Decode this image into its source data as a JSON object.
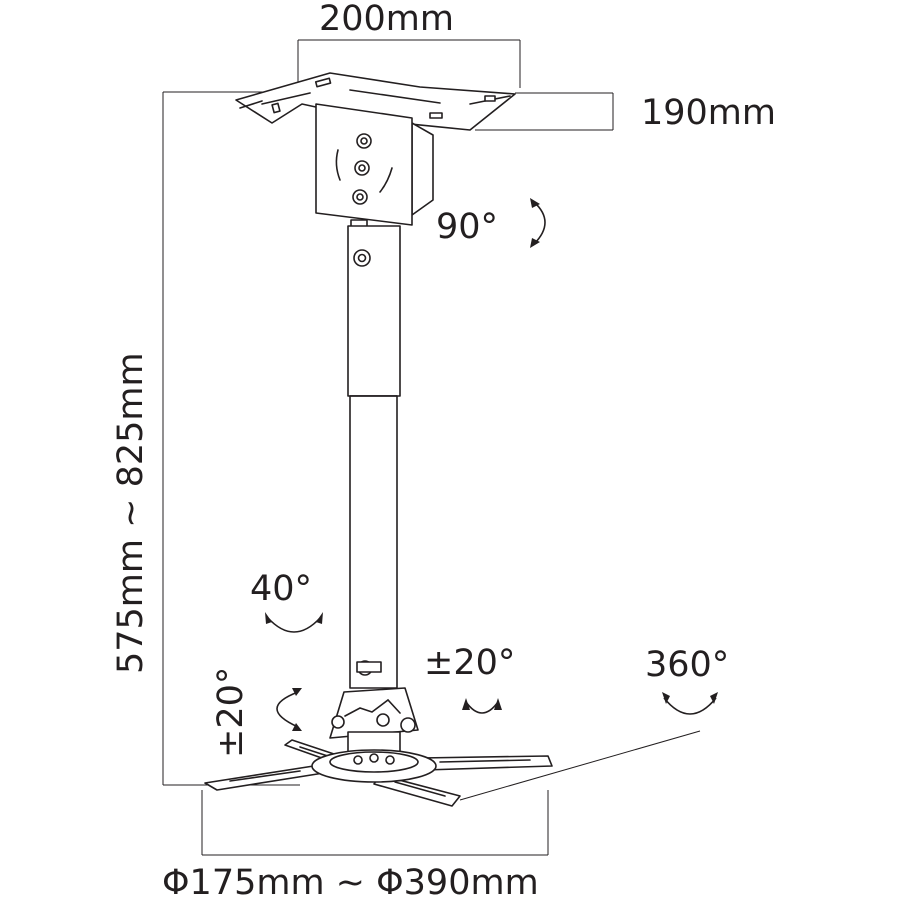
{
  "dimensions": {
    "plate_width": "200mm",
    "plate_depth": "190mm",
    "height_range": "575mm ~ 825mm",
    "mount_diameter": "Φ175mm ~ Φ390mm"
  },
  "rotations": {
    "top_swivel": "90°",
    "tilt_side": "40°",
    "tilt_left": "±20°",
    "tilt_center": "±20°",
    "spin": "360°"
  },
  "colors": {
    "line": "#231f20",
    "background": "#ffffff"
  }
}
